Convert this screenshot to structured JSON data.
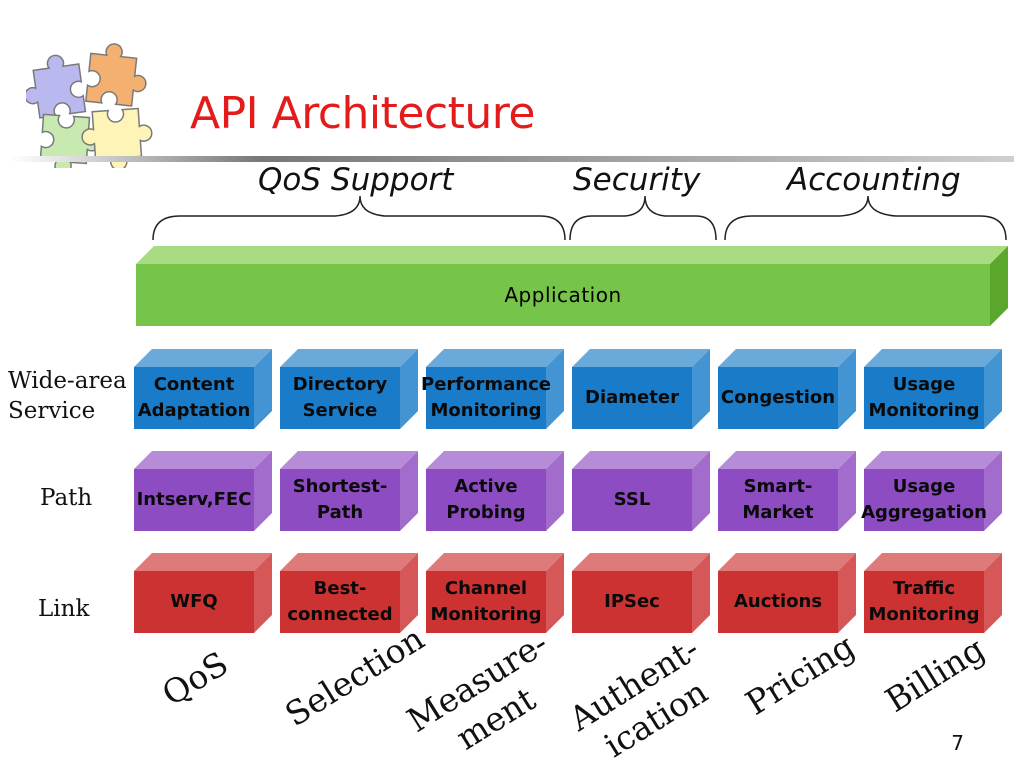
{
  "title": "API Architecture",
  "page_number": "7",
  "groups": [
    {
      "label": "QoS Support"
    },
    {
      "label": "Security"
    },
    {
      "label": "Accounting"
    }
  ],
  "application": {
    "label": "Application",
    "color": "#77c44a"
  },
  "rows": [
    {
      "label": "Wide-area\nService",
      "color": "#1a7cc8",
      "text_color": "#0a0a0a",
      "cells": [
        "Content\nAdaptation",
        "Directory\nService",
        "Performance\nMonitoring",
        "Diameter",
        "Congestion",
        "Usage\nMonitoring"
      ]
    },
    {
      "label": "Path",
      "color": "#8e4cc2",
      "text_color": "#0a0a0a",
      "cells": [
        "Intserv,FEC",
        "Shortest-\nPath",
        "Active\nProbing",
        "SSL",
        "Smart-\nMarket",
        "Usage\nAggregation"
      ]
    },
    {
      "label": "Link",
      "color": "#cc3232",
      "text_color": "#0a0a0a",
      "cells": [
        "WFQ",
        "Best-\nconnected",
        "Channel\nMonitoring",
        "IPSec",
        "Auctions",
        "Traffic\nMonitoring"
      ]
    }
  ],
  "columns": [
    {
      "label": "QoS"
    },
    {
      "label": "Selection"
    },
    {
      "label": "Measure-\nment"
    },
    {
      "label": "Authent-\nication"
    },
    {
      "label": "Pricing"
    },
    {
      "label": "Billing"
    }
  ],
  "logo": {
    "icon": "puzzle-pieces-icon",
    "colors": [
      "#b9b9f0",
      "#f4b070",
      "#c8eab0",
      "#fff4b8"
    ]
  }
}
